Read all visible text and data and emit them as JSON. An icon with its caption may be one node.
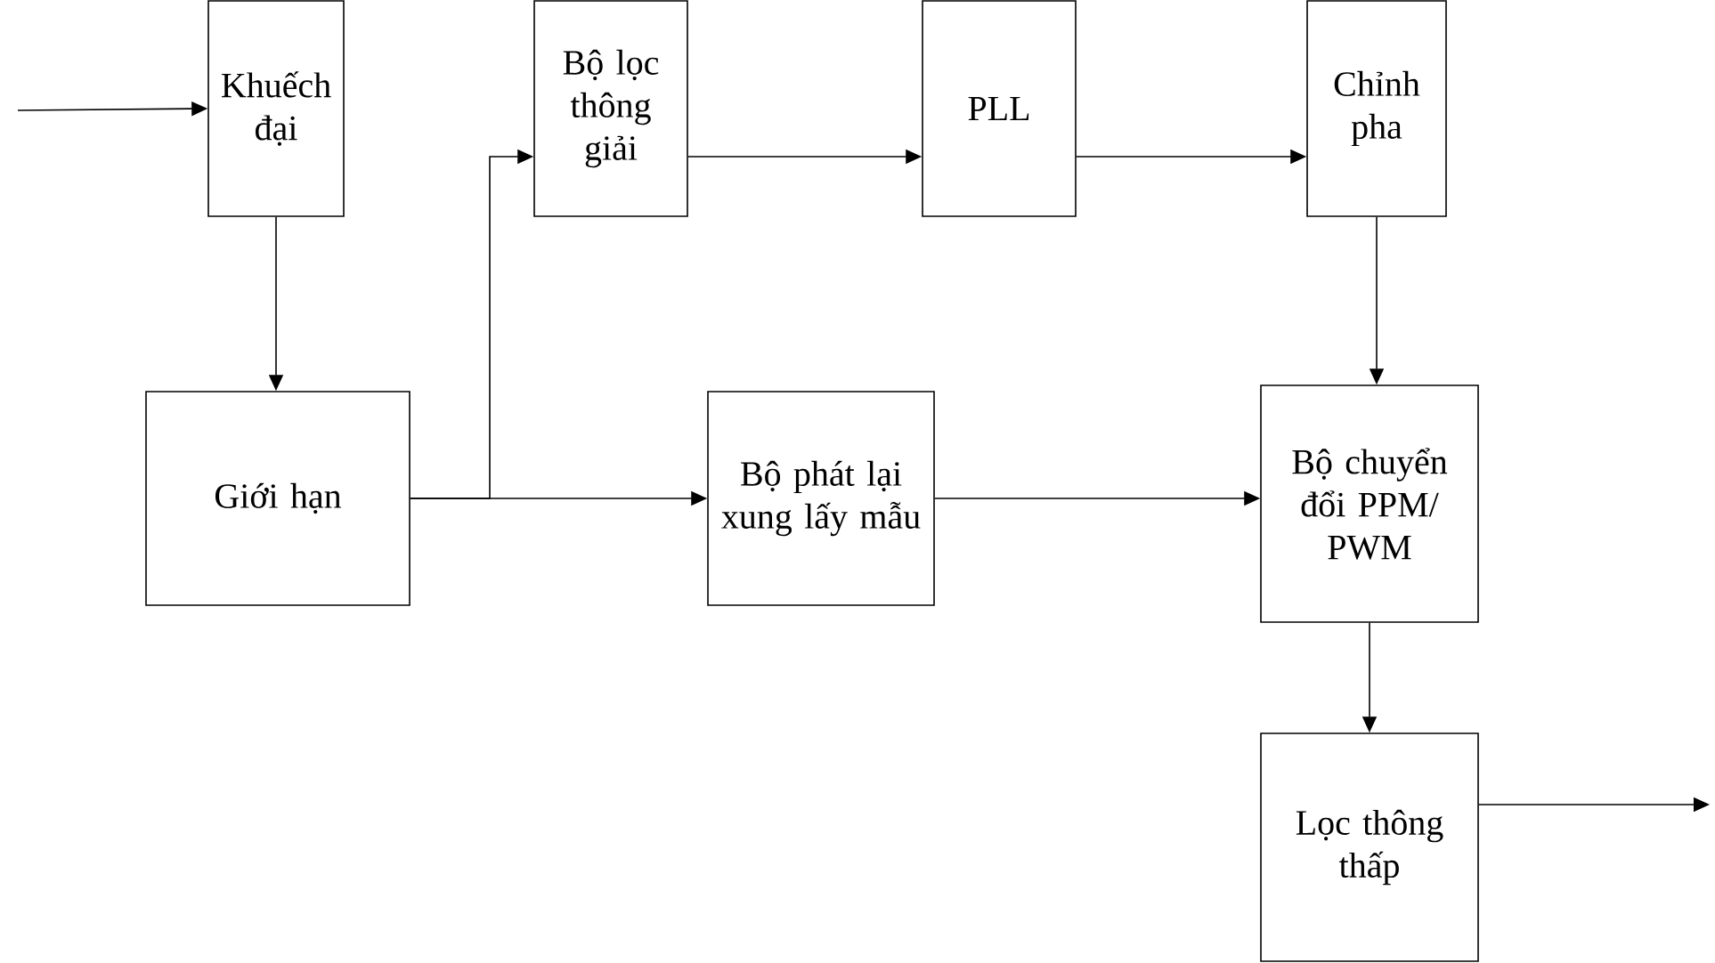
{
  "diagram": {
    "nodes": [
      {
        "text": [
          "Khuếch đại"
        ]
      },
      {
        "text": [
          "Bộ lọc thông giải"
        ]
      },
      {
        "text": [
          "PLL"
        ]
      },
      {
        "text": [
          "Chỉnh pha"
        ]
      },
      {
        "text": [
          "Giới hạn"
        ]
      },
      {
        "text": [
          "Bộ phát lại xung lấy mẫu"
        ]
      },
      {
        "text": [
          "Bộ chuyển đổi PPM/ PWM"
        ]
      },
      {
        "text": [
          "Lọc thông thấp"
        ]
      }
    ],
    "edges": [
      {
        "from": null,
        "to": 0,
        "arrow": "to"
      },
      {
        "from": 0,
        "to": 4,
        "arrow": "to"
      },
      {
        "from": 4,
        "to": 1,
        "arrow": "to"
      },
      {
        "from": 4,
        "to": 5,
        "arrow": "to"
      },
      {
        "from": 1,
        "to": 2,
        "arrow": "to"
      },
      {
        "from": 2,
        "to": 3,
        "arrow": "to"
      },
      {
        "from": 3,
        "to": 6,
        "arrow": "to"
      },
      {
        "from": 5,
        "to": 6,
        "arrow": "to"
      },
      {
        "from": 6,
        "to": 7,
        "arrow": "to"
      },
      {
        "from": 7,
        "to": null,
        "arrow": "to"
      }
    ]
  }
}
